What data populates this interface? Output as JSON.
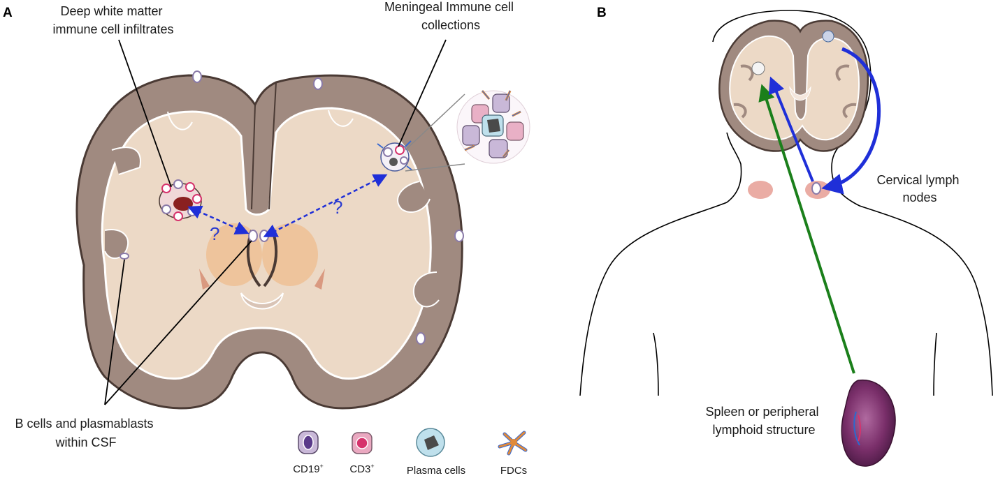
{
  "panels": {
    "a": "A",
    "b": "B"
  },
  "panel_a": {
    "label_deep_wm": [
      "Deep white matter",
      "immune cell infiltrates"
    ],
    "label_meningeal": [
      "Meningeal Immune cell",
      "collections"
    ],
    "label_csf": [
      "B cells and plasmablasts",
      "within CSF"
    ],
    "question_marks": [
      "?",
      "?"
    ]
  },
  "legend": [
    {
      "label": "CD19",
      "sup": "+"
    },
    {
      "label": "CD3",
      "sup": "+"
    },
    {
      "label": "Plasma cells",
      "sup": ""
    },
    {
      "label": "FDCs",
      "sup": ""
    }
  ],
  "panel_b": {
    "label_lymph": [
      "Cervical lymph",
      "nodes"
    ],
    "label_spleen": [
      "Spleen or peripheral",
      "lymphoid structure"
    ]
  },
  "colors": {
    "cortex": "#a08a80",
    "white_matter": "#ecd9c6",
    "cortex_outline": "#5a4a44",
    "b_cell": "#8a7aa8",
    "t_cell": "#d6336c",
    "plasma": "#a9d8e6",
    "fdc": "#e08a3a",
    "arrow_blue": "#1f2fd8",
    "arrow_green": "#1b7f1b",
    "spleen": "#7a2f6a",
    "lymph_node": "#e8a39a"
  }
}
